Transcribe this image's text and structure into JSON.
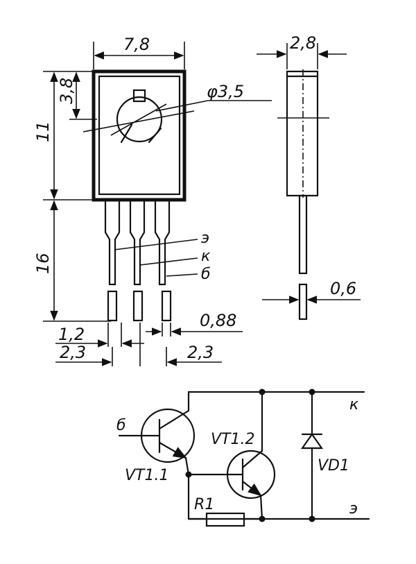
{
  "dimensions": {
    "width": "7,8",
    "tab_height": "3,8",
    "hole_diameter": "φ3,5",
    "body_height": "11",
    "lead_length": "16",
    "side_thickness": "2,8",
    "lead_thickness": "0,6",
    "lead_width": "0,88",
    "lead_offset": "1,2",
    "pitch_left": "2,3",
    "pitch_right": "2,3"
  },
  "pin_labels": {
    "emitter": "э",
    "collector": "к",
    "base": "б"
  },
  "schematic": {
    "transistor_1": "VT1.1",
    "transistor_2": "VT1.2",
    "diode": "VD1",
    "resistor": "R1",
    "base": "б",
    "collector": "к",
    "emitter": "э"
  }
}
